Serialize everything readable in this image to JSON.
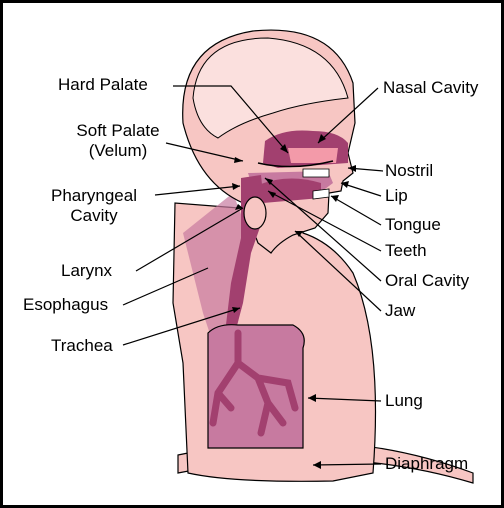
{
  "labels": {
    "hard_palate": "Hard Palate",
    "soft_palate_1": "Soft Palate",
    "soft_palate_2": "(Velum)",
    "pharyngeal_1": "Pharyngeal",
    "pharyngeal_2": "Cavity",
    "larynx": "Larynx",
    "esophagus": "Esophagus",
    "trachea": "Trachea",
    "nasal_cavity": "Nasal Cavity",
    "nostril": "Nostril",
    "lip": "Lip",
    "tongue": "Tongue",
    "teeth": "Teeth",
    "oral_cavity": "Oral Cavity",
    "jaw": "Jaw",
    "lung": "Lung",
    "diaphragm": "Diaphragm"
  },
  "colors": {
    "skin": "#f7c6c3",
    "skin_light": "#fbe0de",
    "tract": "#a2406f",
    "tract_light": "#c77aa0",
    "nasal_pink": "#f39aa9",
    "outline": "#000000"
  }
}
